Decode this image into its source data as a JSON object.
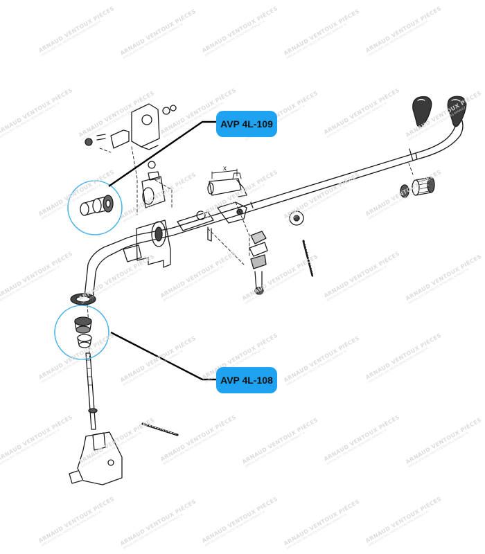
{
  "callouts": [
    {
      "part_ref": "AVP 4L-109"
    },
    {
      "part_ref": "AVP 4L-108"
    }
  ],
  "diagram": {
    "dimension_label": "x"
  },
  "watermark": {
    "text": "ARNAUD VENTOUX PIÈCES",
    "subtext": "SPÉCIALISTE DES PIÈCES DÉTACHÉES RENAULT 4L"
  },
  "colors": {
    "callout_fill": "#1fa2ef",
    "highlight_circle": "#4fb3ea",
    "leader_line": "#000000",
    "line_art": "#1a1a1a",
    "watermark": "#d9d9d9"
  }
}
